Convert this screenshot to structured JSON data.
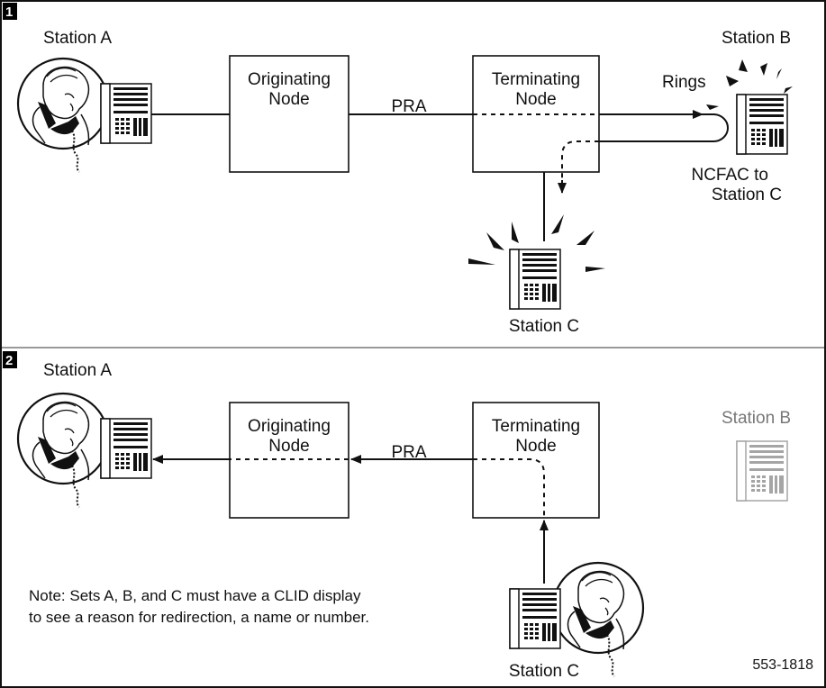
{
  "panels": [
    {
      "number": "1",
      "station_a": "Station A",
      "station_b": "Station B",
      "station_c": "Station C",
      "originating_node": [
        "Originating",
        "Node"
      ],
      "terminating_node": [
        "Terminating",
        "Node"
      ],
      "link_label": "PRA",
      "rings_label": "Rings",
      "forward_note": [
        "NCFAC to",
        "Station C"
      ]
    },
    {
      "number": "2",
      "station_a": "Station A",
      "station_b": "Station B",
      "station_c": "Station C",
      "originating_node": [
        "Originating",
        "Node"
      ],
      "terminating_node": [
        "Terminating",
        "Node"
      ],
      "link_label": "PRA",
      "note": [
        "Note: Sets A, B, and C must have a CLID display",
        "to see a reason for redirection, a name or number."
      ],
      "figure_id": "553-1818"
    }
  ],
  "colors": {
    "line": "#111111",
    "inactive": "#9a9a9a",
    "badge": "#000000"
  },
  "icons": [
    "person-on-phone-icon",
    "telephone-set-icon",
    "ring-burst-icon"
  ]
}
